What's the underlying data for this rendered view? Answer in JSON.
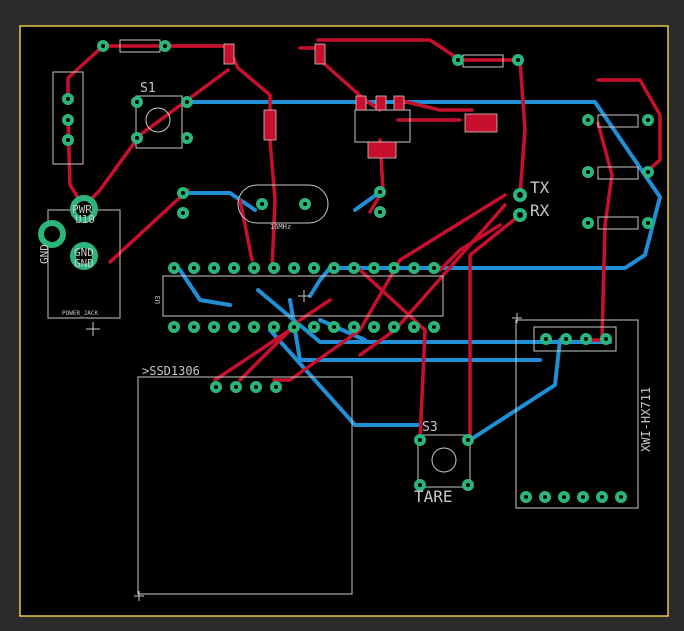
{
  "colors": {
    "background": "#000000",
    "frame": "#e6c84a",
    "top_copper": "#c8102e",
    "bottom_copper": "#1f8fd6",
    "pad": "#2bb57a",
    "silk": "#c8c8c8"
  },
  "labels": {
    "s1": "S1",
    "s3": "S3",
    "tare": "TARE",
    "tx": "TX",
    "rx": "RX",
    "pwr": "PWR",
    "u10": "U10",
    "gnd1": "GND",
    "gnd2": "GND",
    "gnd_left": "GND",
    "freq": "16MHz",
    "ssd": ">SSD1306",
    "hx": "XWI-HX711",
    "power_jack": "POWER_JACK",
    "u3": "U3"
  }
}
